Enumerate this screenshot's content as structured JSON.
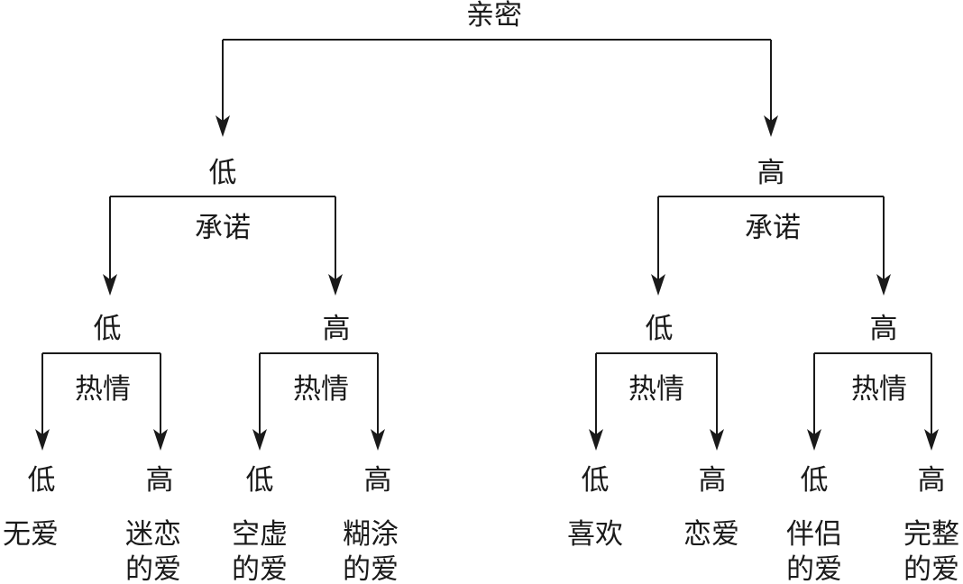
{
  "root": {
    "label": "亲密",
    "low": {
      "value": "低",
      "label": "承诺",
      "low": {
        "value": "低",
        "label": "热情",
        "low": {
          "value": "低",
          "result": [
            "无爱"
          ]
        },
        "high": {
          "value": "高",
          "result": [
            "迷恋",
            "的爱"
          ]
        }
      },
      "high": {
        "value": "高",
        "label": "热情",
        "low": {
          "value": "低",
          "result": [
            "空虚",
            "的爱"
          ]
        },
        "high": {
          "value": "高",
          "result": [
            "糊涂",
            "的爱"
          ]
        }
      }
    },
    "high": {
      "value": "高",
      "label": "承诺",
      "low": {
        "value": "低",
        "label": "热情",
        "low": {
          "value": "低",
          "result": [
            "喜欢"
          ]
        },
        "high": {
          "value": "高",
          "result": [
            "恋爱"
          ]
        }
      },
      "high": {
        "value": "高",
        "label": "热情",
        "low": {
          "value": "低",
          "result": [
            "伴侣",
            "的爱"
          ]
        },
        "high": {
          "value": "高",
          "result": [
            "完整",
            "的爱"
          ]
        }
      }
    }
  }
}
